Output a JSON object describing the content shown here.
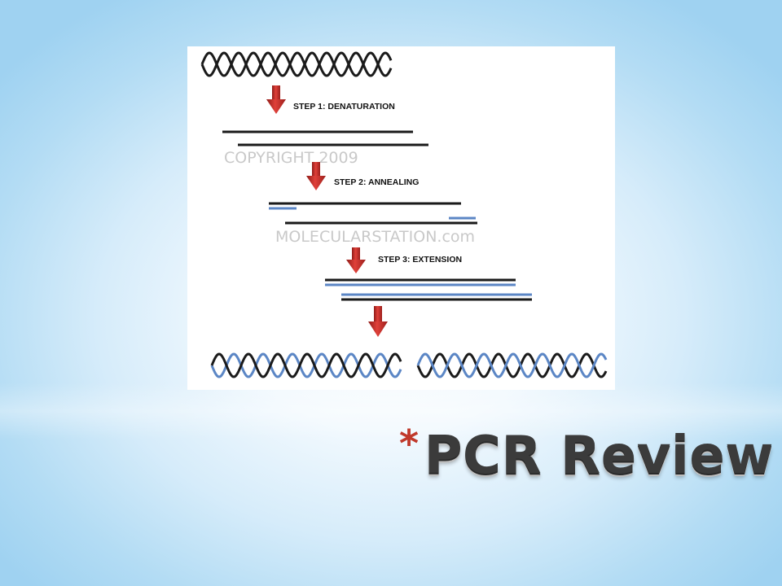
{
  "slide": {
    "bullet": "*",
    "title": "PCR Review"
  },
  "diagram": {
    "steps": [
      "STEP 1: DENATURATION",
      "STEP 2: ANNEALING",
      "STEP 3: EXTENSION"
    ],
    "watermarks": [
      "COPYRIGHT 2009",
      "MOLECULARSTATION.com"
    ],
    "colors": {
      "old_strand": "#1a1a1a",
      "new_strand": "#5b86c5",
      "arrow": "#d9302c"
    }
  }
}
